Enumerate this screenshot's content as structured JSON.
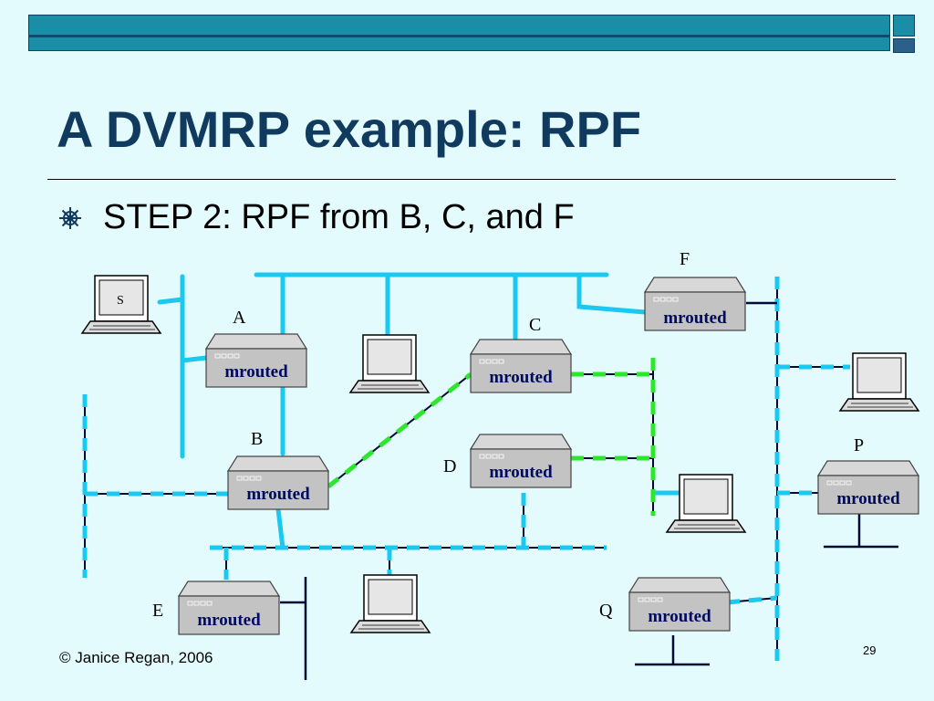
{
  "slide": {
    "title": "A DVMRP example: RPF",
    "bullet": "STEP 2: RPF from B, C, and F",
    "footer": "© Janice Regan, 2006",
    "page_number": "29"
  },
  "diagram": {
    "router_text": "mrouted",
    "source_label": "S",
    "router_labels": {
      "A": "A",
      "B": "B",
      "C": "C",
      "D": "D",
      "E": "E",
      "F": "F",
      "P": "P",
      "Q": "Q"
    }
  },
  "colors": {
    "background": "#e4fbfd",
    "title": "#103a5e",
    "topbar": "#1a8ea6",
    "active_link": "#1bc8f0",
    "rpf_link": "#2ee62e",
    "link_dark": "#000a33",
    "router_body": "#c3c3c3"
  }
}
